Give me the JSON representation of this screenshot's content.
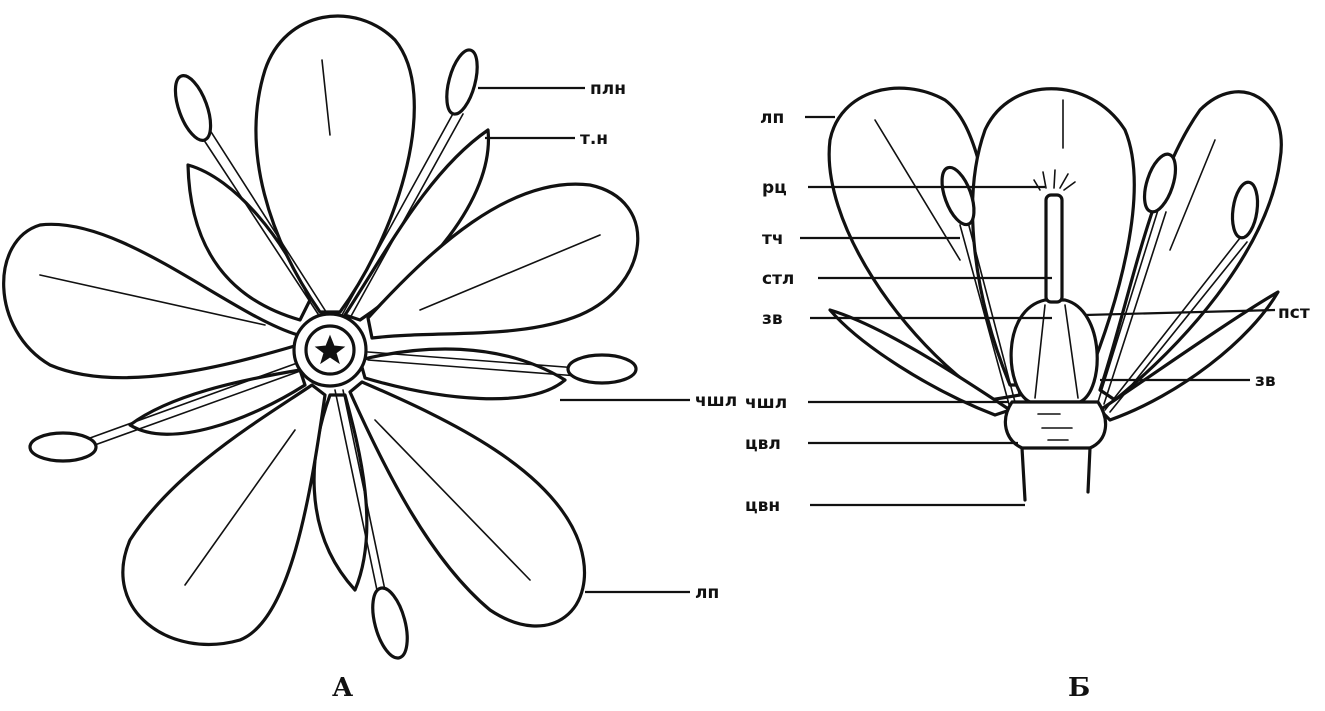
{
  "figure_a": {
    "caption": "А",
    "labels": {
      "pollen_sac": "плн",
      "tepal_tube": "т.н",
      "sepal": "чшл",
      "petal": "лп"
    }
  },
  "figure_b": {
    "caption": "Б",
    "labels": {
      "petal": "лп",
      "stigma": "рц",
      "stamen": "тч",
      "style": "стл",
      "whorl_left": "зв",
      "pistil": "пст",
      "whorl_right": "зв",
      "sepal": "чшл",
      "receptacle": "цвл",
      "pedicel": "цвн"
    }
  },
  "colors": {
    "line": "#111111",
    "background": "#ffffff"
  }
}
